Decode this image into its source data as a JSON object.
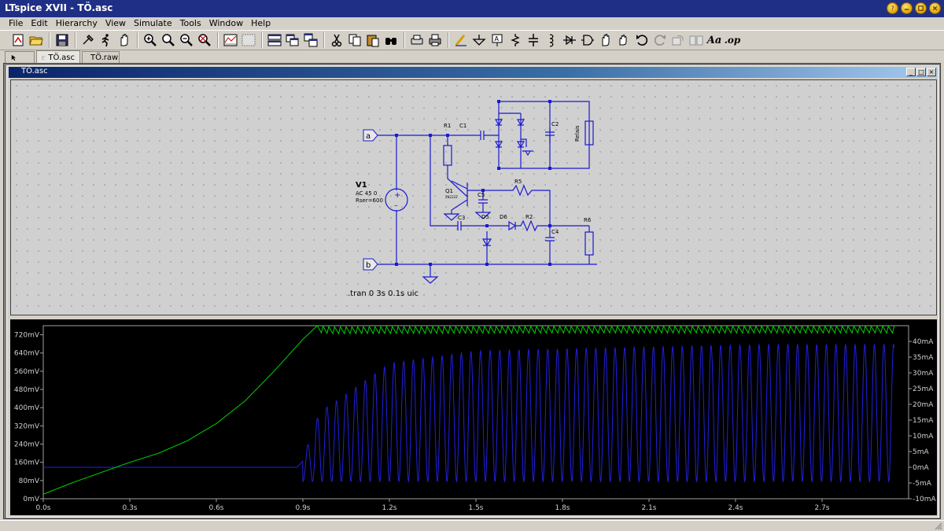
{
  "window": {
    "title": "LTspice XVII - TÖ.asc"
  },
  "menu": [
    "File",
    "Edit",
    "Hierarchy",
    "View",
    "Simulate",
    "Tools",
    "Window",
    "Help"
  ],
  "toolbar": {
    "icons": [
      "new-schematic-icon",
      "open-folder-icon",
      "save-icon",
      "control-panel-icon",
      "run-icon",
      "halt-icon",
      "zoom-in-icon",
      "zoom-pan-icon",
      "zoom-out-icon",
      "zoom-fit-icon",
      "autorange-plot-icon",
      "blank-plot-icon",
      "tile-horizontal-icon",
      "tile-vertical-icon",
      "cascade-icon",
      "cut-icon",
      "copy-icon",
      "paste-icon",
      "find-icon",
      "print-setup-icon",
      "print-icon",
      "wire-icon",
      "ground-icon",
      "label-net-icon",
      "resistor-icon",
      "capacitor-icon",
      "inductor-icon",
      "diode-icon",
      "component-icon",
      "move-icon",
      "drag-icon",
      "undo-icon",
      "redo-icon",
      "rotate-icon",
      "mirror-icon",
      "text-icon",
      "spice-directive-icon"
    ],
    "text_label": "Aa",
    "op_label": ".op"
  },
  "tabs": [
    {
      "label": ""
    },
    {
      "label": "TÖ.asc"
    },
    {
      "label": "TÖ.raw"
    }
  ],
  "child_window": {
    "title": "TÖ.asc"
  },
  "schematic": {
    "ports": [
      "a",
      "b"
    ],
    "source": {
      "name": "V1",
      "value": "AC 45 0",
      "rser": "Rser=600"
    },
    "labels": {
      "r1": "R1",
      "c1": "C1",
      "c2": "C2",
      "relais": "Relais",
      "q1": "Q1",
      "q1_model": "2N2222",
      "c5": "C5",
      "r5": "R5",
      "c3": "C3",
      "d5": "D5",
      "d6": "D6",
      "r2": "R2",
      "c4": "C4",
      "r6": "R6"
    },
    "directive": ".tran 0 3s 0.1s uic"
  },
  "plot": {
    "colors": {
      "voltage": "#00d400",
      "current": "#2020e0",
      "axis": "#a0a0a0",
      "text": "#d0d0d0"
    }
  },
  "chart_data": {
    "type": "line",
    "xlim": [
      0,
      3.0
    ],
    "x_ticks": [
      "0.0s",
      "0.3s",
      "0.6s",
      "0.9s",
      "1.2s",
      "1.5s",
      "1.8s",
      "2.1s",
      "2.4s",
      "2.7s"
    ],
    "x_tick_values": [
      0,
      0.3,
      0.6,
      0.9,
      1.2,
      1.5,
      1.8,
      2.1,
      2.4,
      2.7
    ],
    "ylim_left": [
      0,
      760
    ],
    "y_left_ticks": [
      "0mV",
      "80mV",
      "160mV",
      "240mV",
      "320mV",
      "400mV",
      "480mV",
      "560mV",
      "640mV",
      "720mV"
    ],
    "y_left_tick_values": [
      0,
      80,
      160,
      240,
      320,
      400,
      480,
      560,
      640,
      720
    ],
    "ylim_right": [
      -10,
      45
    ],
    "y_right_ticks": [
      "-10mA",
      "-5mA",
      "0mA",
      "5mA",
      "10mA",
      "15mA",
      "20mA",
      "25mA",
      "30mA",
      "35mA",
      "40mA"
    ],
    "y_right_tick_values": [
      -10,
      -5,
      0,
      5,
      10,
      15,
      20,
      25,
      30,
      35,
      40
    ],
    "series": [
      {
        "axis": "left",
        "x": [
          0,
          0.1,
          0.2,
          0.3,
          0.4,
          0.5,
          0.6,
          0.7,
          0.8,
          0.9,
          0.95,
          1.0,
          1.5,
          2.0,
          2.5,
          2.95
        ],
        "y": [
          20,
          70,
          115,
          160,
          200,
          255,
          330,
          430,
          560,
          700,
          760,
          755,
          757,
          758,
          758,
          758
        ],
        "ripple_start": 0.95,
        "ripple_amplitude_mV": 30,
        "ripple_period_s": 0.02
      },
      {
        "axis": "right",
        "x": [
          0,
          0.5,
          0.88,
          0.9,
          0.92,
          0.94,
          0.96,
          1.0,
          1.2,
          1.5,
          2.0,
          2.5,
          2.95
        ],
        "y": [
          0,
          0,
          0,
          2,
          8,
          13,
          18,
          20,
          33,
          37,
          38,
          39,
          39
        ],
        "envelope_low": -4.5,
        "osc_start": 0.9,
        "osc_period_s": 0.0333
      }
    ]
  }
}
